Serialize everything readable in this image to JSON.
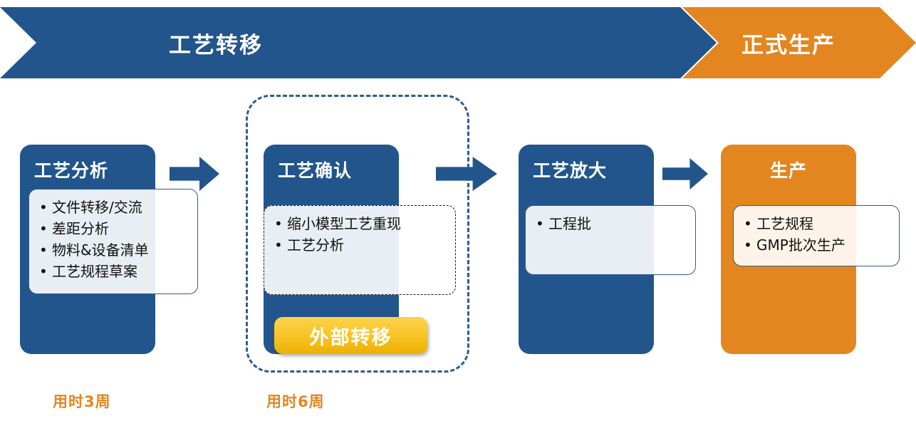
{
  "banner": {
    "segments": [
      {
        "label": "工艺转移",
        "color": "#22558C",
        "name": "process-transfer"
      },
      {
        "label": "正式生产",
        "color": "#E3861F",
        "name": "formal-production"
      }
    ]
  },
  "stages": [
    {
      "id": "process-analysis",
      "title": "工艺分析",
      "color": "#22558C",
      "items": [
        "文件转移/交流",
        "差距分析",
        "物料&设备清单",
        "工艺规程草案"
      ]
    },
    {
      "id": "process-confirmation",
      "title": "工艺确认",
      "color": "#22558C",
      "items": [
        "缩小模型工艺重现",
        "工艺分析"
      ]
    },
    {
      "id": "process-scale-up",
      "title": "工艺放大",
      "color": "#22558C",
      "items": [
        "工程批"
      ]
    },
    {
      "id": "production",
      "title": "生产",
      "color": "#E3861F",
      "items": [
        "工艺规程",
        "GMP批次生产"
      ]
    }
  ],
  "badge": {
    "label": "外部转移",
    "color": "#F8C62B"
  },
  "durations": [
    {
      "label": "用时3周",
      "color": "#E3861F"
    },
    {
      "label": "用时6周",
      "color": "#E3861F"
    }
  ],
  "arrows": {
    "count": 3,
    "color": "#22558C"
  },
  "group_outline": {
    "style": "dashed",
    "color": "#2F5B91"
  }
}
